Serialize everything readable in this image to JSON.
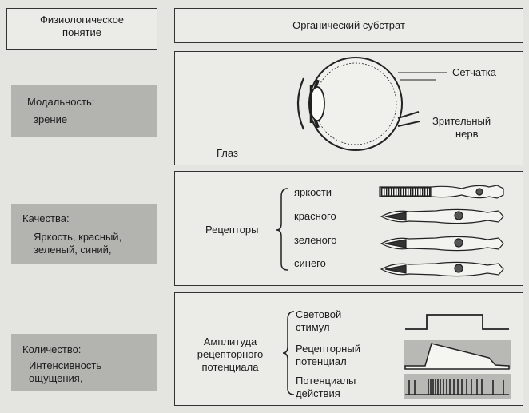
{
  "header": {
    "left_line1": "Физиологическое",
    "left_line2": "понятие",
    "right": "Органический субстрат"
  },
  "left": {
    "modality_line1": "Модальность:",
    "modality_line2": "зрение",
    "quality_line1": "Качества:",
    "quality_line2": "Яркость, красный,",
    "quality_line3": "зеленый, синий,",
    "quantity_line1": "Количество:",
    "quantity_line2": "Интенсивность",
    "quantity_line3": "ощущения,"
  },
  "eye": {
    "retina": "Сетчатка",
    "nerve_line1": "Зрительный",
    "nerve_line2": "нерв",
    "eye": "Глаз"
  },
  "receptors": {
    "label": "Рецепторы",
    "items": [
      "яркости",
      "красного",
      "зеленого",
      "синего"
    ]
  },
  "potential": {
    "label_line1": "Амплитуда",
    "label_line2": "рецепторного",
    "label_line3": "потенциала",
    "stimulus_line1": "Световой",
    "stimulus_line2": "стимул",
    "receptor_line1": "Рецепторный",
    "receptor_line2": "потенциал",
    "action_line1": "Потенциалы",
    "action_line2": "действия"
  },
  "colors": {
    "line": "#333333",
    "panel": "#b3b3b0",
    "background": "#e4e4e0"
  }
}
